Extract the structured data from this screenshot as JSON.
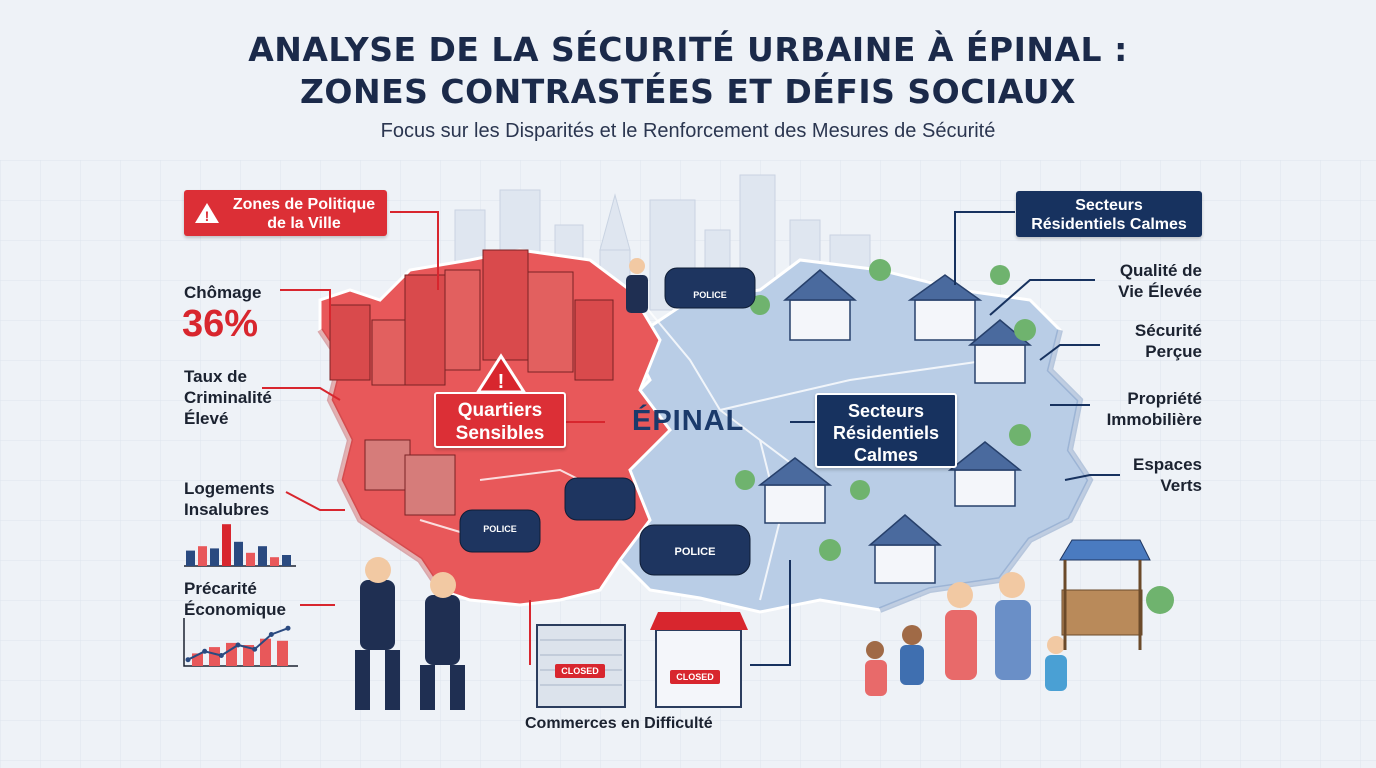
{
  "header": {
    "title_line1": "Analyse de la Sécurité Urbaine à Épinal :",
    "title_line2": "Zones Contrastées et Défis Sociaux",
    "subtitle": "Focus sur les Disparités et le Renforcement des Mesures de Sécurité"
  },
  "left_panel": {
    "zones_badge": {
      "line1": "Zones de Politique",
      "line2": "de la Ville"
    },
    "chomage_label": "Chômage",
    "chomage_value": "36%",
    "criminalite": {
      "line1": "Taux de",
      "line2": "Criminalité",
      "line3": "Élevé"
    },
    "logements": {
      "line1": "Logements",
      "line2": "Insalubres"
    },
    "precarite": {
      "line1": "Précarité",
      "line2": "Économique"
    },
    "bar_chart_values": [
      0.35,
      0.45,
      0.4,
      0.95,
      0.55,
      0.3,
      0.45,
      0.2,
      0.25
    ],
    "line_chart_bars": [
      0.3,
      0.45,
      0.55,
      0.5,
      0.65,
      0.6
    ],
    "line_chart_points": [
      0.15,
      0.35,
      0.25,
      0.5,
      0.4,
      0.75,
      0.9
    ]
  },
  "map": {
    "quartiers": {
      "line1": "Quartiers",
      "line2": "Sensibles"
    },
    "center": "ÉPINAL",
    "secteurs": {
      "line1": "Secteurs",
      "line2": "Résidentiels",
      "line3": "Calmes"
    },
    "police_sign_1": "POLICE",
    "police_sign_2": "POLICE",
    "police_sign_3": "POLICE",
    "closed_sign_1": "CLOSED",
    "closed_sign_2": "CLOSED"
  },
  "right_panel": {
    "secteurs_badge": {
      "line1": "Secteurs",
      "line2": "Résidentiels Calmes"
    },
    "qualite": {
      "line1": "Qualité de",
      "line2": "Vie Élevée"
    },
    "securite": {
      "line1": "Sécurité",
      "line2": "Perçue"
    },
    "propriete": {
      "line1": "Propriété",
      "line2": "Immobilière"
    },
    "espaces": {
      "line1": "Espaces",
      "line2": "Verts"
    }
  },
  "bottom": {
    "commerces": "Commerces en Difficulté"
  },
  "colors": {
    "red_zone": "#e8585a",
    "red_badge": "#dc2f36",
    "navy": "#17325f",
    "blue_zone": "#b9cde6",
    "title": "#1b2a4a"
  }
}
